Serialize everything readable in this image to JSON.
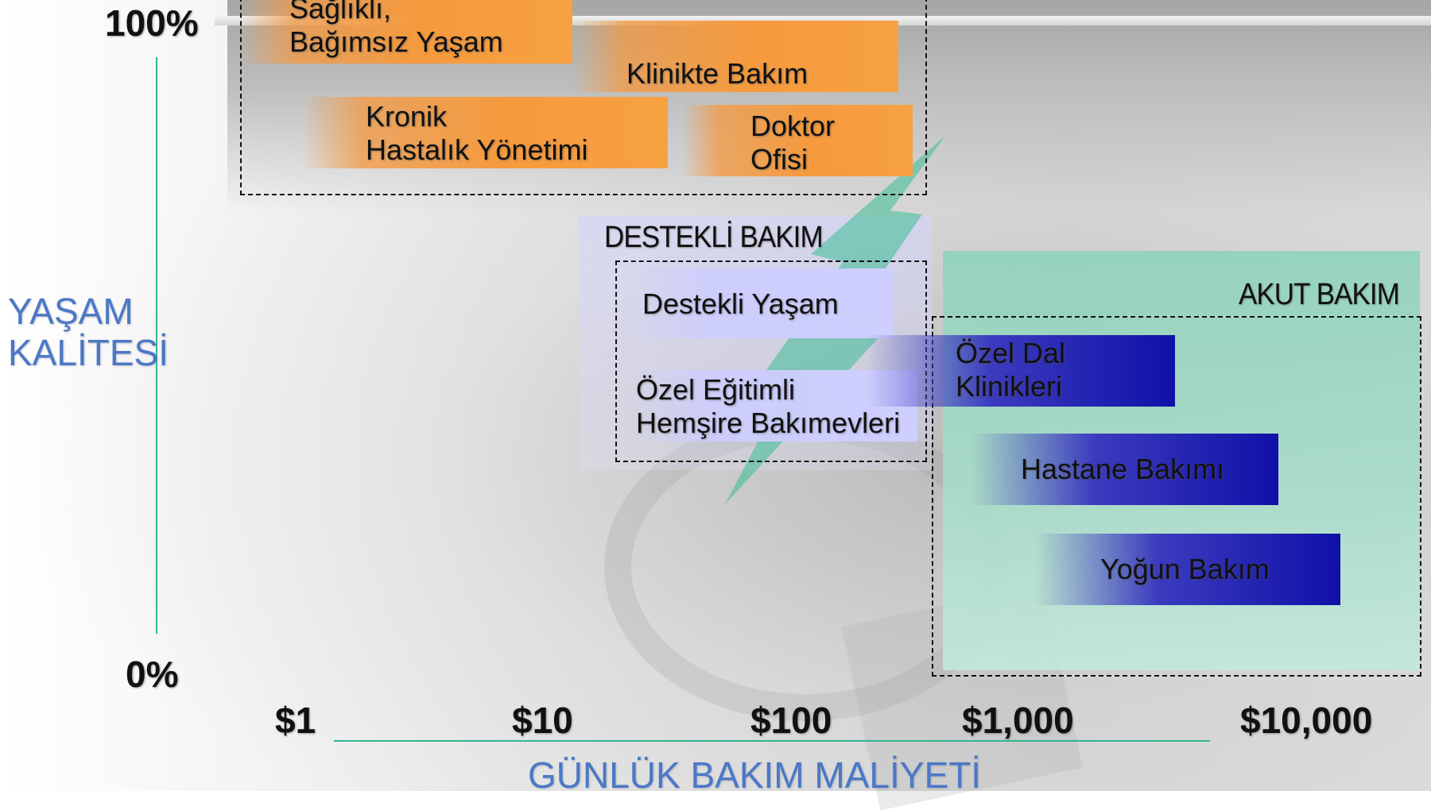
{
  "axes": {
    "y_title": "YAŞAM\nKALİTESİ",
    "x_title": "GÜNLÜK BAKIM MALİYETİ",
    "y_ticks": [
      "100%",
      "0%"
    ],
    "x_ticks": [
      "$1",
      "$10",
      "$100",
      "$1,000",
      "$10,000"
    ]
  },
  "sections": {
    "supported": "DESTEKLİ BAKIM",
    "acute": "AKUT BAKIM"
  },
  "bars": {
    "healthy": "Sağlıklı,\nBağımsız Yaşam",
    "clinic": "Klinikte Bakım",
    "chronic": "Kronik\nHastalık Yönetimi",
    "doctor": "Doktor\nOfisi",
    "assisted_living": "Destekli Yaşam",
    "nursing": "Özel Eğitimli\nHemşire Bakımevleri",
    "specialty": "Özel Dal\nKlinikleri",
    "hospital": "Hastane Bakımı",
    "icu": "Yoğun Bakım"
  },
  "colors": {
    "axis": "#2fb594",
    "axis_title": "#4b78c6",
    "wellness": "#f59a3d",
    "supported": "#cfcfff",
    "acute_bar": "#1010a8",
    "acute_bg": "#8fd3bb"
  }
}
